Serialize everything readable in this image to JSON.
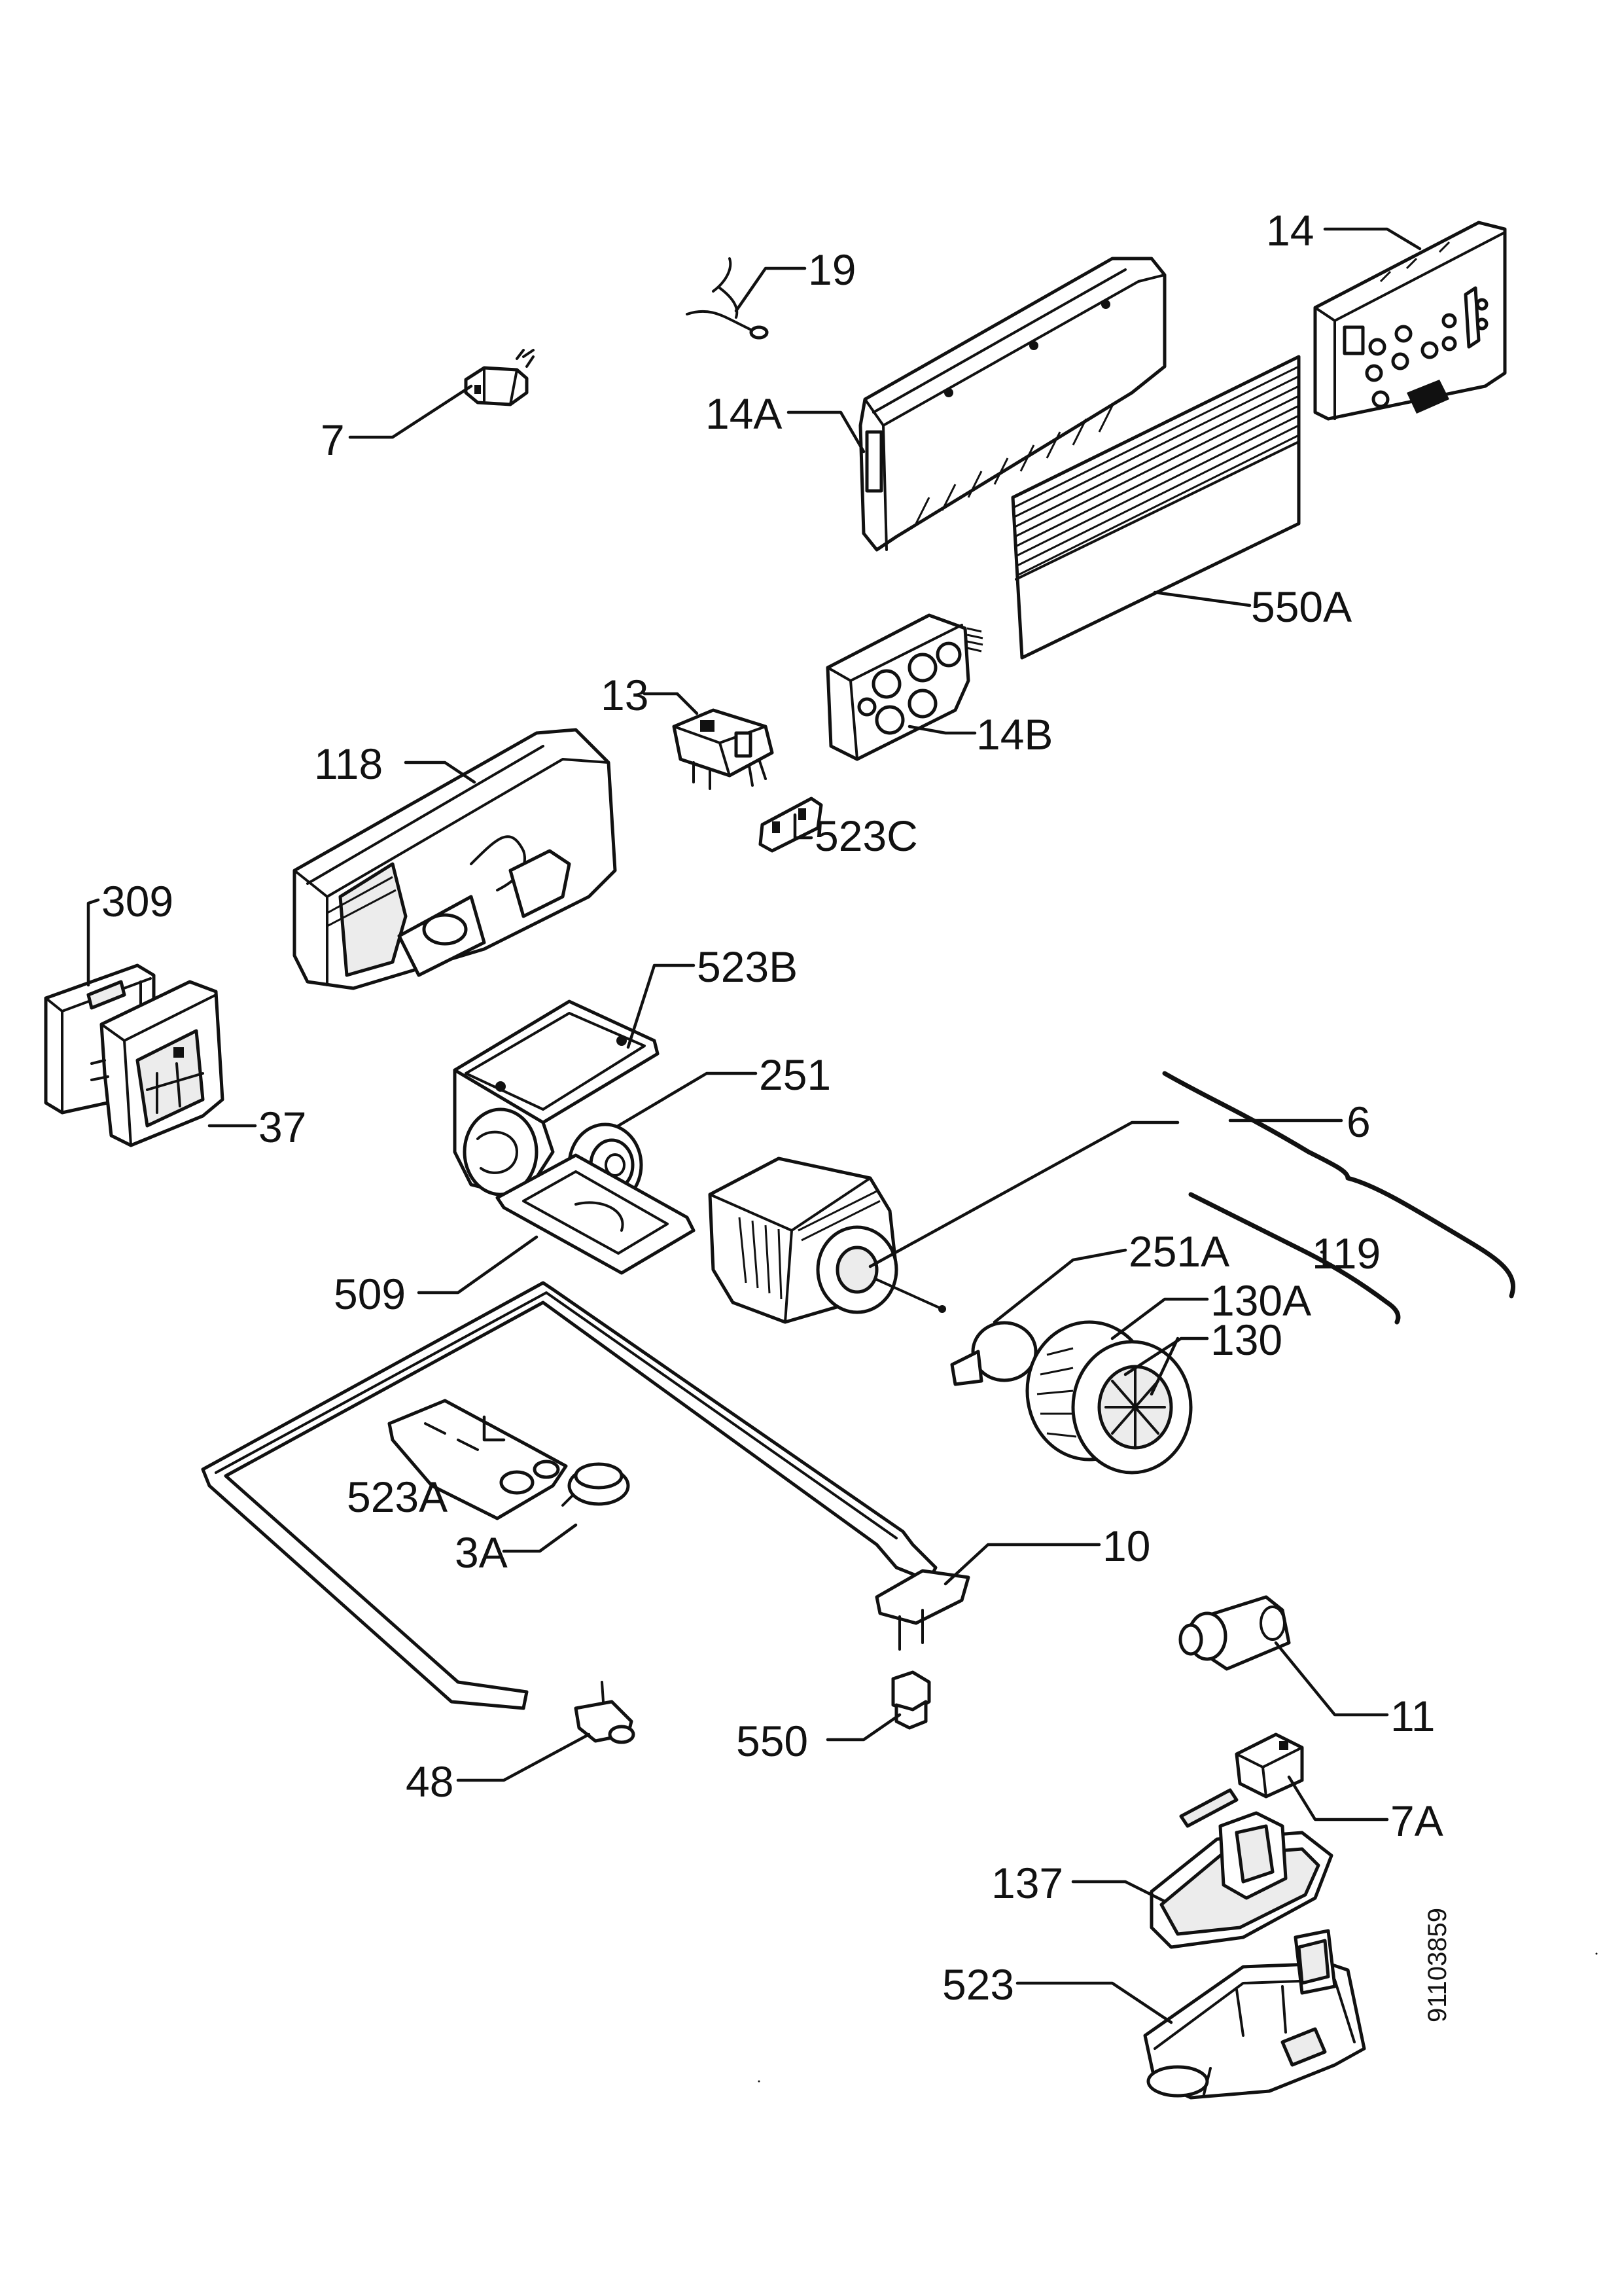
{
  "diagram": {
    "callouts": [
      {
        "id": "c-19",
        "text": "19"
      },
      {
        "id": "c-14",
        "text": "14"
      },
      {
        "id": "c-7",
        "text": "7"
      },
      {
        "id": "c-14a",
        "text": "14A"
      },
      {
        "id": "c-550a",
        "text": "550A"
      },
      {
        "id": "c-13",
        "text": "13"
      },
      {
        "id": "c-14b",
        "text": "14B"
      },
      {
        "id": "c-118",
        "text": "118"
      },
      {
        "id": "c-523c",
        "text": "523C"
      },
      {
        "id": "c-309",
        "text": "309"
      },
      {
        "id": "c-523b",
        "text": "523B"
      },
      {
        "id": "c-251",
        "text": "251"
      },
      {
        "id": "c-37",
        "text": "37"
      },
      {
        "id": "c-6",
        "text": "6"
      },
      {
        "id": "c-119",
        "text": "119"
      },
      {
        "id": "c-251a",
        "text": "251A"
      },
      {
        "id": "c-509",
        "text": "509"
      },
      {
        "id": "c-130a",
        "text": "130A"
      },
      {
        "id": "c-130",
        "text": "130"
      },
      {
        "id": "c-523a",
        "text": "523A"
      },
      {
        "id": "c-3a",
        "text": "3A"
      },
      {
        "id": "c-10",
        "text": "10"
      },
      {
        "id": "c-11",
        "text": "11"
      },
      {
        "id": "c-550",
        "text": "550"
      },
      {
        "id": "c-48",
        "text": "48"
      },
      {
        "id": "c-7a",
        "text": "7A"
      },
      {
        "id": "c-137",
        "text": "137"
      },
      {
        "id": "c-523",
        "text": "523"
      }
    ],
    "drawing_number": "91103859"
  }
}
